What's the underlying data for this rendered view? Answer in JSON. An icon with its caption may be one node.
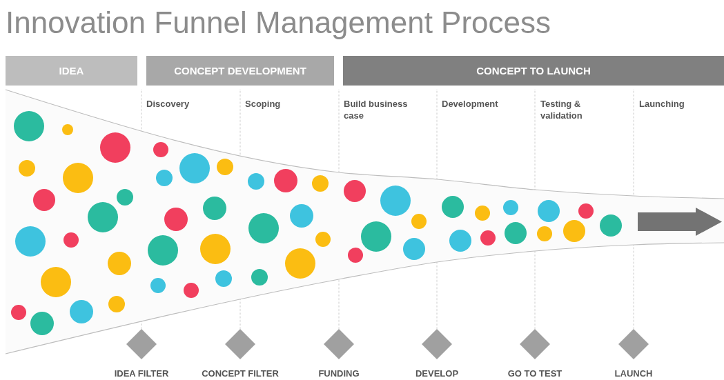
{
  "diagram": {
    "title": "Innovation Funnel Management Process",
    "nodes": [
      {
        "text": [
          "IDEA"
        ]
      },
      {
        "text": [
          "CONCEPT DEVELOPMENT"
        ]
      },
      {
        "text": [
          "CONCEPT TO LAUNCH"
        ]
      },
      {
        "text": [
          "IDEA FILTER"
        ]
      },
      {
        "text": [
          "CONCEPT FILTER"
        ]
      },
      {
        "text": [
          "FUNDING"
        ]
      },
      {
        "text": [
          "DEVELOP"
        ]
      },
      {
        "text": [
          "GO TO TEST"
        ]
      },
      {
        "text": [
          "LAUNCH"
        ]
      }
    ],
    "labels": [
      "Discovery",
      "Scoping",
      "Build business case",
      "Development",
      "Testing & validation",
      "Launching"
    ]
  }
}
